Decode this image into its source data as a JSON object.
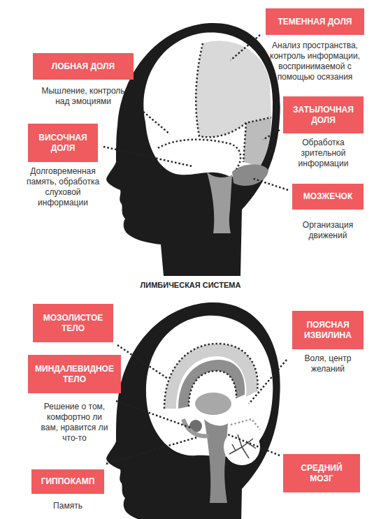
{
  "diagram": {
    "nodes": [
      {
        "text": [
          "ТЕМЕННАЯ ДОЛЯ",
          "Анализ пространства, контроль информации, воспринимаемой с помощью осязания"
        ]
      },
      {
        "text": [
          "ЛОБНАЯ ДОЛЯ",
          "Мышление, контроль над эмоциями"
        ]
      },
      {
        "text": [
          "ЗАТЫЛОЧНАЯ ДОЛЯ",
          "Обработка зрительной информации"
        ]
      },
      {
        "text": [
          "ВИСОЧНАЯ ДОЛЯ",
          "Долговременная память, обработка слуховой информации"
        ]
      },
      {
        "text": [
          "МОЗЖЕЧОК",
          "Организация движений"
        ]
      },
      {
        "text": [
          "МОЗОЛИСТОЕ ТЕЛО"
        ]
      },
      {
        "text": [
          "ПОЯСНАЯ ИЗВИЛИНА",
          "Воля, центр желаний"
        ]
      },
      {
        "text": [
          "МИНДАЛЕВИДНОЕ ТЕЛО",
          "Решение о том, комфортно ли вам, нравится ли что-то"
        ]
      },
      {
        "text": [
          "СРЕДНИЙ МОЗГ"
        ]
      },
      {
        "text": [
          "ГИППОКАМП",
          "Память"
        ]
      }
    ],
    "labels": [
      "ЛИМБИЧЕСКАЯ СИСТЕМА"
    ]
  }
}
